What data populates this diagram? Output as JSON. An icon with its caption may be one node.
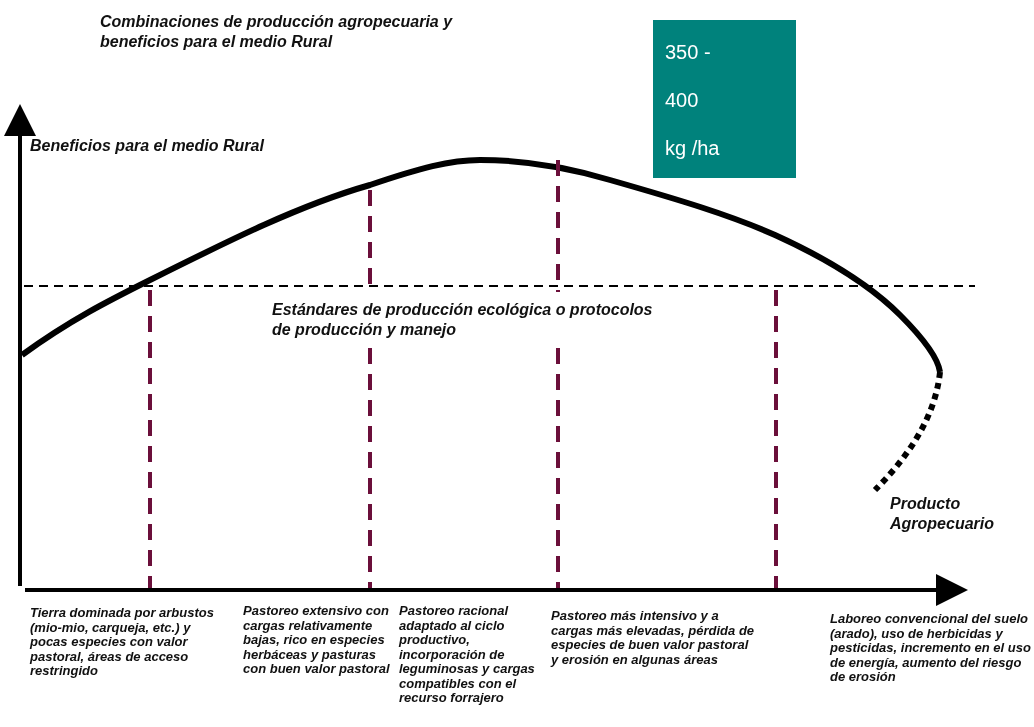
{
  "diagram": {
    "title": "Combinaciones de producción agropecuaria y beneficios para el medio Rural",
    "nodes": [
      {
        "text": [
          "350 - 400 kg /ha"
        ]
      }
    ],
    "labels": [
      "Beneficios para el medio Rural",
      "Estándares de producción ecológica o protocolos de producción y manejo",
      "Producto Agropecuario",
      "Tierra dominada por arbustos (mio-mio, carqueja, etc.) y pocas especies con valor pastoral, áreas de acceso restringido",
      "Pastoreo extensivo con cargas relativamente bajas, rico en especies herbáceas y pasturas con buen valor pastoral",
      "Pastoreo racional adaptado al ciclo productivo, incorporación de leguminosas y cargas compatibles con el recurso forrajero",
      "Pastoreo más intensivo y a cargas más elevadas, pérdida de especies de buen valor pastoral y erosión en algunas áreas",
      "Laboreo convencional del suelo (arado), uso de herbicidas y pesticidas, incremento en el uso de energía, aumento del riesgo de erosión"
    ]
  }
}
